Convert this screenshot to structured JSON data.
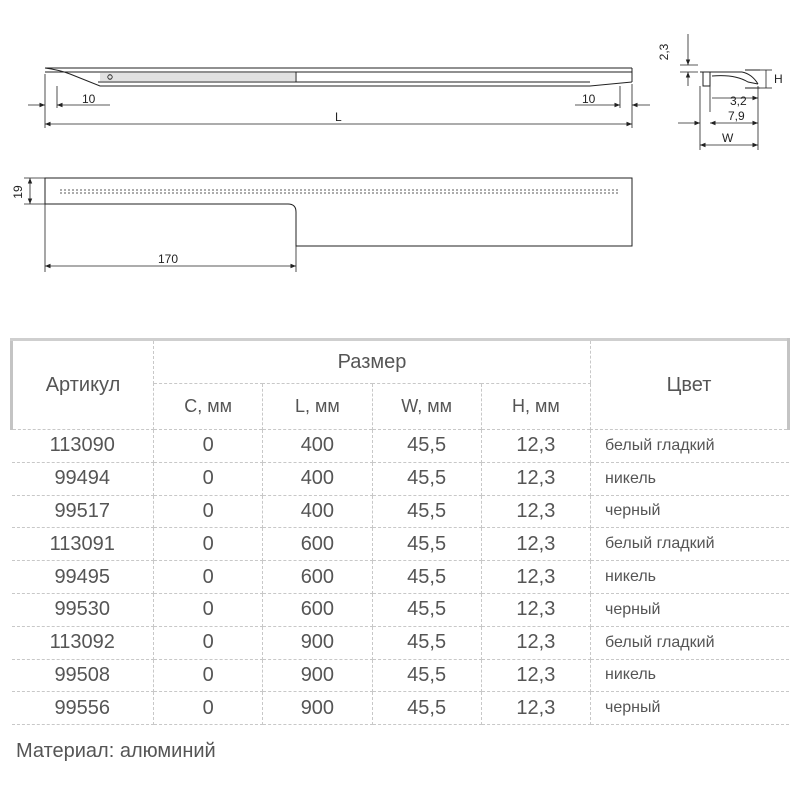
{
  "drawing": {
    "dim_L": "L",
    "dim_10_left": "10",
    "dim_10_right": "10",
    "dim_2_3": "2,3",
    "dim_H": "H",
    "dim_3_2": "3,2",
    "dim_7_9": "7,9",
    "dim_W": "W",
    "dim_19": "19",
    "dim_170": "170"
  },
  "table": {
    "header": {
      "article": "Артикул",
      "size": "Размер",
      "color": "Цвет",
      "sub": [
        "C, мм",
        "L, мм",
        "W, мм",
        "H, мм"
      ]
    },
    "rows": [
      {
        "article": "113090",
        "c": "0",
        "l": "400",
        "w": "45,5",
        "h": "12,3",
        "color": "белый гладкий"
      },
      {
        "article": "99494",
        "c": "0",
        "l": "400",
        "w": "45,5",
        "h": "12,3",
        "color": "никель"
      },
      {
        "article": "99517",
        "c": "0",
        "l": "400",
        "w": "45,5",
        "h": "12,3",
        "color": "черный"
      },
      {
        "article": "113091",
        "c": "0",
        "l": "600",
        "w": "45,5",
        "h": "12,3",
        "color": "белый гладкий"
      },
      {
        "article": "99495",
        "c": "0",
        "l": "600",
        "w": "45,5",
        "h": "12,3",
        "color": "никель"
      },
      {
        "article": "99530",
        "c": "0",
        "l": "600",
        "w": "45,5",
        "h": "12,3",
        "color": "черный"
      },
      {
        "article": "113092",
        "c": "0",
        "l": "900",
        "w": "45,5",
        "h": "12,3",
        "color": "белый гладкий"
      },
      {
        "article": "99508",
        "c": "0",
        "l": "900",
        "w": "45,5",
        "h": "12,3",
        "color": "никель"
      },
      {
        "article": "99556",
        "c": "0",
        "l": "900",
        "w": "45,5",
        "h": "12,3",
        "color": "черный"
      }
    ]
  },
  "material": "Материал: алюминий",
  "colors": {
    "text": "#555555",
    "border": "#c4c4c4",
    "line": "#222222"
  }
}
